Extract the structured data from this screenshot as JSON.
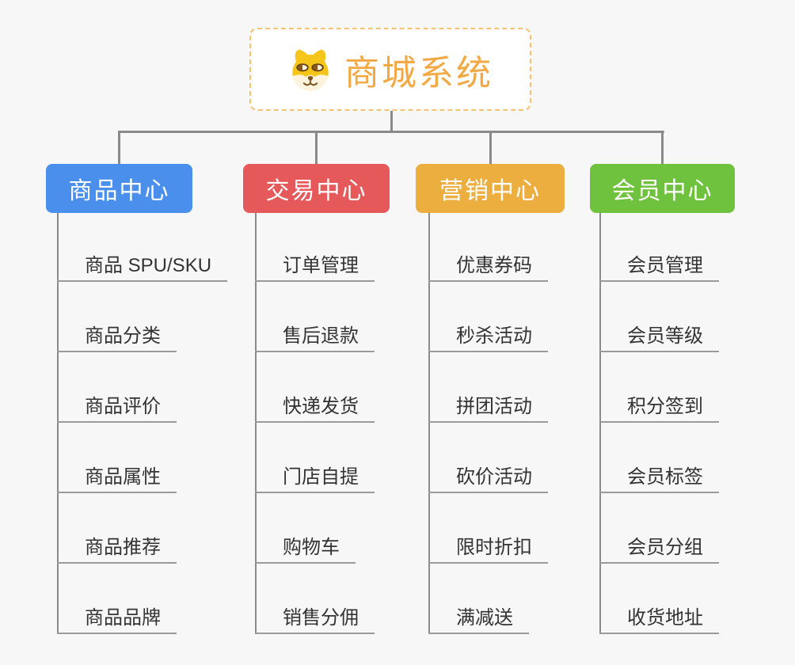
{
  "root": {
    "title": "商城系统",
    "icon": "dog-face-icon"
  },
  "colors": {
    "background": "#f7f7f7",
    "root_title_text": "#f2a843",
    "root_border": "#f4c372",
    "connector_line": "#8a8a8a",
    "leaf_underline": "#9a9a9a",
    "leaf_text": "#333333",
    "branch_product": "#4a8fec",
    "branch_trade": "#e5595a",
    "branch_marketing": "#edae40",
    "branch_member": "#6fc23d"
  },
  "branches": [
    {
      "label": "商品中心",
      "color": "#4a8fec",
      "items": [
        "商品 SPU/SKU",
        "商品分类",
        "商品评价",
        "商品属性",
        "商品推荐",
        "商品品牌"
      ]
    },
    {
      "label": "交易中心",
      "color": "#e5595a",
      "items": [
        "订单管理",
        "售后退款",
        "快递发货",
        "门店自提",
        "购物车",
        "销售分佣"
      ]
    },
    {
      "label": "营销中心",
      "color": "#edae40",
      "items": [
        "优惠券码",
        "秒杀活动",
        "拼团活动",
        "砍价活动",
        "限时折扣",
        "满减送"
      ]
    },
    {
      "label": "会员中心",
      "color": "#6fc23d",
      "items": [
        "会员管理",
        "会员等级",
        "积分签到",
        "会员标签",
        "会员分组",
        "收货地址"
      ]
    }
  ]
}
